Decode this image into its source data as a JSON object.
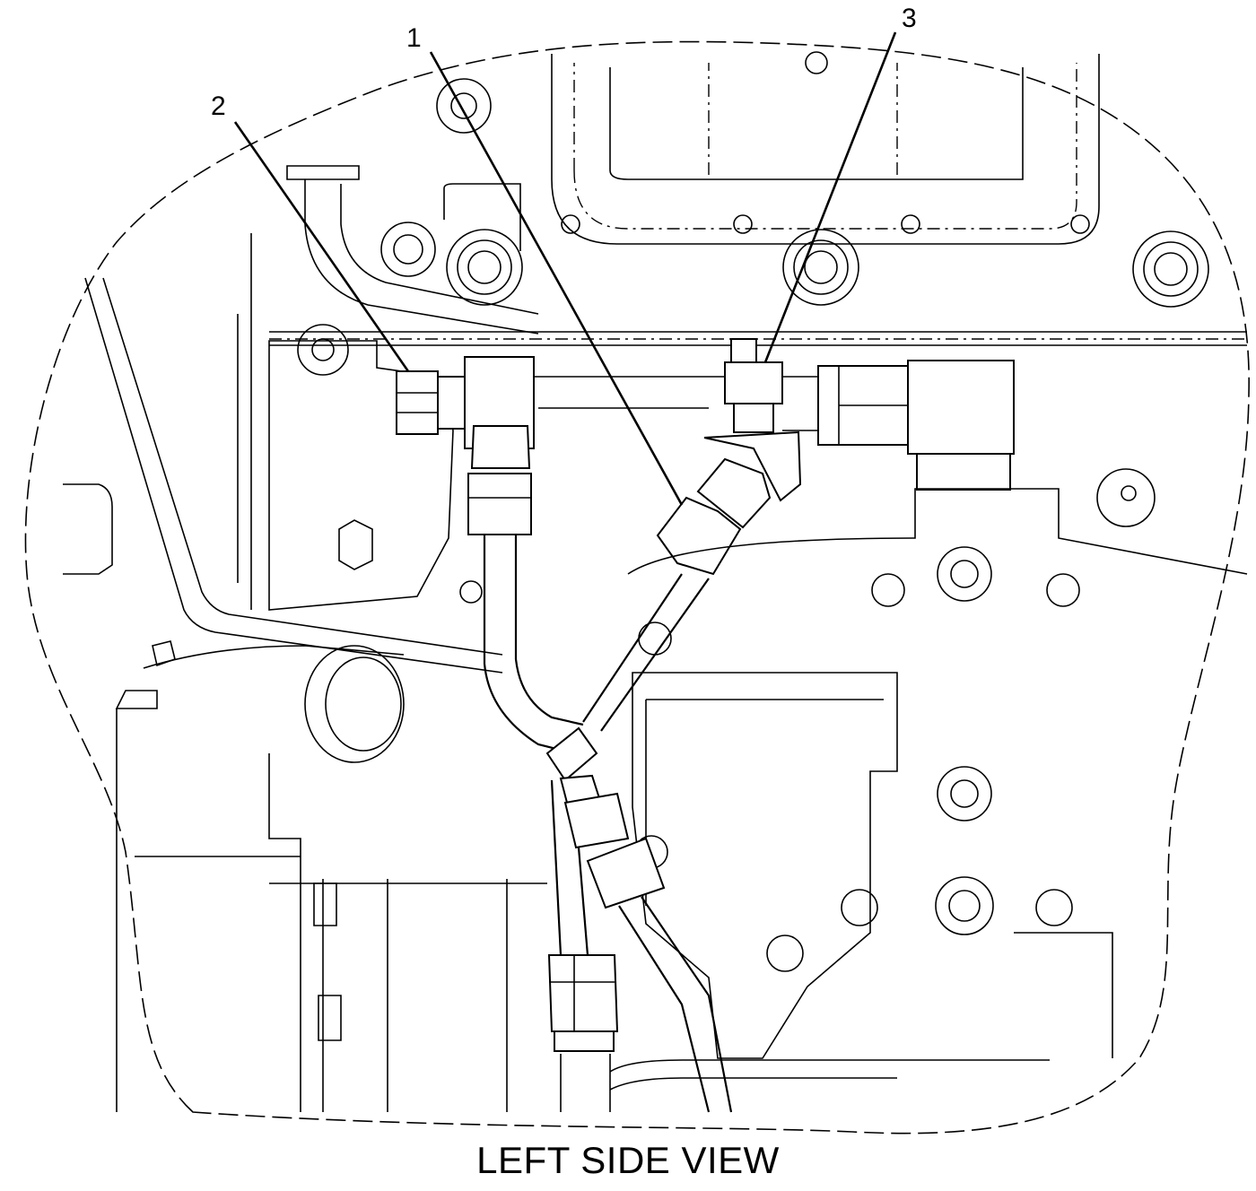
{
  "diagram": {
    "view_label": "LEFT SIDE VIEW",
    "callouts": [
      {
        "id": "1",
        "label": "1"
      },
      {
        "id": "2",
        "label": "2"
      },
      {
        "id": "3",
        "label": "3"
      }
    ]
  }
}
